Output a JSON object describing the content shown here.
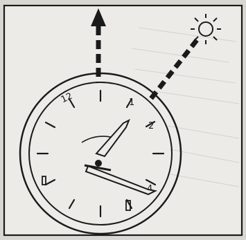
{
  "figure": {
    "dial_numerals": [
      "12",
      "1",
      "2",
      "4"
    ],
    "icons": [
      "north-arrow-icon",
      "sun-icon",
      "analog-watch-icon"
    ],
    "colors": {
      "ink": "#1a1a1a",
      "paper": "#d9d7d2",
      "panel": "#ecebe8"
    }
  }
}
